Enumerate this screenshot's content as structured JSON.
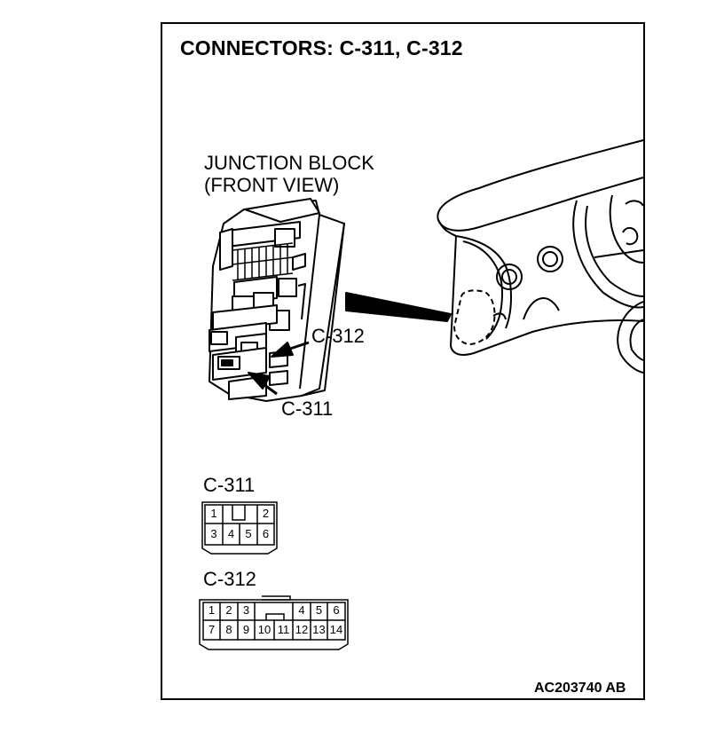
{
  "title": "CONNECTORS: C-311, C-312",
  "junction_block": {
    "line1": "JUNCTION BLOCK",
    "line2": "(FRONT VIEW)"
  },
  "callouts": {
    "c312": "C-312",
    "c311": "C-311"
  },
  "connector_c311": {
    "label": "C-311",
    "top_row": [
      "1",
      "",
      "",
      "2"
    ],
    "bottom_row": [
      "3",
      "4",
      "5",
      "6"
    ]
  },
  "connector_c312": {
    "label": "C-312",
    "top_row": [
      "1",
      "2",
      "3",
      "",
      "",
      "",
      "4",
      "5",
      "6"
    ],
    "bottom_row": [
      "7",
      "8",
      "9",
      "10",
      "11",
      "12",
      "13",
      "14"
    ]
  },
  "figure_id": "AC203740 AB"
}
